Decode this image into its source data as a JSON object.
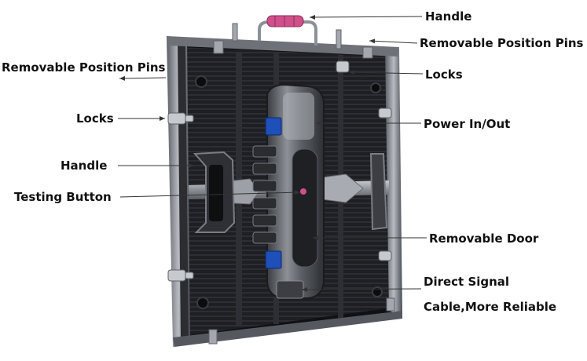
{
  "labels": {
    "handle_top": "Handle",
    "pins_right": "Removable Position Pins",
    "pins_left": "Removable Position Pins",
    "locks_right": "Locks",
    "locks_left": "Locks",
    "power": "Power In/Out",
    "handle_left": "Handle",
    "testing_button": "Testing Button",
    "removable_door": "Removable Door",
    "direct_signal_line1": "Direct Signal",
    "direct_signal_line2": "Cable,More Reliable"
  },
  "colors": {
    "background": "#ffffff",
    "text": "#111111",
    "arrow": "#333333",
    "cabinet_frame": "#2a2c30",
    "cabinet_dark": "#141518",
    "metal": "#9a9ea4",
    "connector_blue": "#1f4fb8",
    "handle_grip": "#d0508a"
  }
}
